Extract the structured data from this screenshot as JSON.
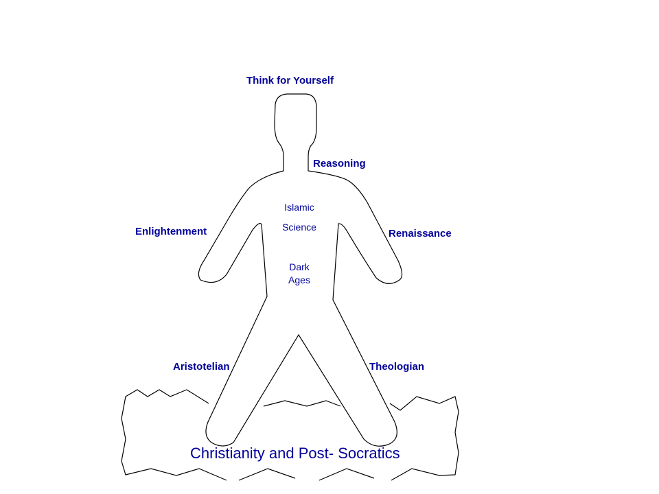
{
  "colors": {
    "text": "#000099",
    "line": "#000000"
  },
  "labels": {
    "top": "Think for Yourself",
    "neck": "Reasoning",
    "left_arm": "Enlightenment",
    "right_arm": "Renaissance",
    "left_leg": "Aristotelian",
    "right_leg": "Theologian",
    "chest1": "Islamic",
    "chest2": "Science",
    "belly1": "Dark",
    "belly2": "Ages",
    "ground": "Christianity and Post- Socratics"
  }
}
